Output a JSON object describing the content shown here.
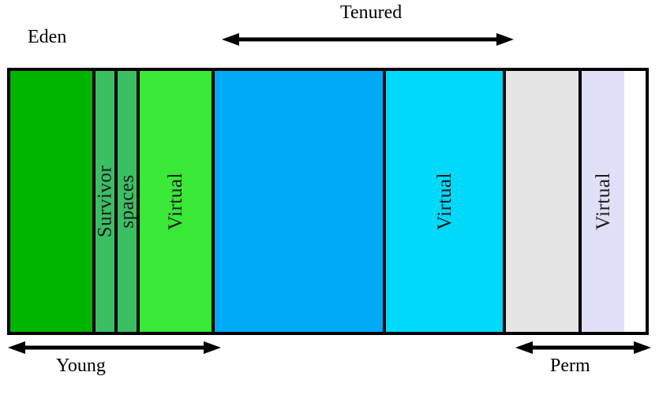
{
  "diagram": {
    "title_top": "Tenured",
    "label_eden": "Eden",
    "label_young": "Young",
    "label_perm": "Perm",
    "colors": {
      "eden": "#00b400",
      "survivor": "#3bbf63",
      "young_virtual": "#3ae837",
      "tenured": "#00aaf6",
      "tenured_virtual": "#00d9f9",
      "perm": "#e5e5e5",
      "perm_virtual": "#dfe0f7",
      "outline": "#000000",
      "background": "#ffffff"
    },
    "regions": [
      {
        "key": "eden",
        "label": "",
        "color": "#00b400"
      },
      {
        "key": "survivor-1",
        "label": "Survivor",
        "color": "#3bbf63"
      },
      {
        "key": "survivor-2",
        "label": "spaces",
        "color": "#3bbf63"
      },
      {
        "key": "young-virtual",
        "label": "Virtual",
        "color": "#3ae837"
      },
      {
        "key": "tenured",
        "label": "",
        "color": "#00aaf6"
      },
      {
        "key": "tenured-virtual",
        "label": "Virtual",
        "color": "#00d9f9"
      },
      {
        "key": "perm",
        "label": "",
        "color": "#e5e5e5"
      },
      {
        "key": "perm-virtual",
        "label": "Virtual",
        "color": "#dfe0f7"
      }
    ],
    "arrows": [
      {
        "key": "tenured",
        "label": "Tenured",
        "position": "top",
        "style": "double-headed"
      },
      {
        "key": "young",
        "label": "Young",
        "position": "bottom",
        "style": "double-headed"
      },
      {
        "key": "perm",
        "label": "Perm",
        "position": "bottom",
        "style": "double-headed"
      }
    ]
  }
}
